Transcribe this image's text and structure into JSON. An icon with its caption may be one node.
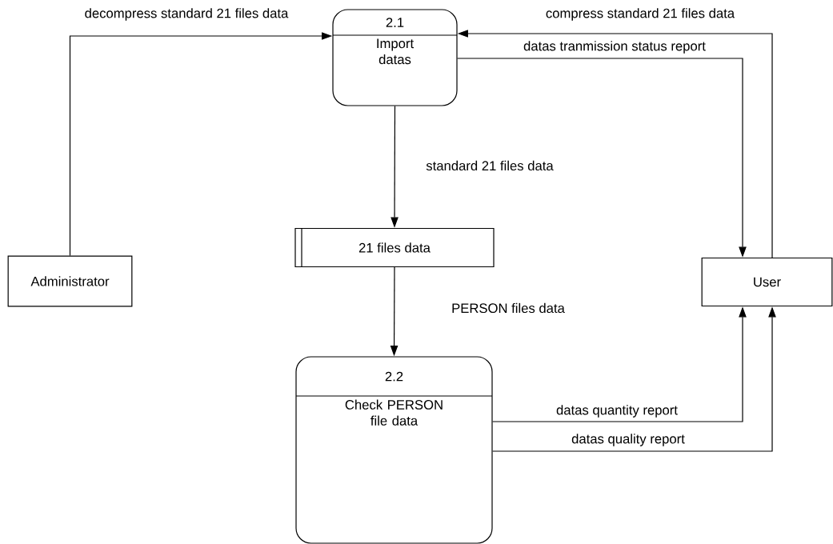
{
  "diagram": {
    "nodes": [
      {
        "text": [
          "Administrator"
        ]
      },
      {
        "text": [
          "2.1",
          "Import datas"
        ]
      },
      {
        "text": [
          "21 files data"
        ]
      },
      {
        "text": [
          "User"
        ]
      },
      {
        "text": [
          "2.2",
          "Check PERSON file data"
        ]
      }
    ],
    "edges": [
      {
        "from": 0,
        "to": 1,
        "arrow": "to",
        "label": "decompress standard 21 files data"
      },
      {
        "from": 3,
        "to": 1,
        "arrow": "to",
        "label": "compress standard 21 files data"
      },
      {
        "from": 1,
        "to": 3,
        "arrow": "to",
        "label": "datas tranmission status report"
      },
      {
        "from": 1,
        "to": 2,
        "arrow": "to",
        "label": "standard 21 files data"
      },
      {
        "from": 2,
        "to": 4,
        "arrow": "to",
        "label": "PERSON files data"
      },
      {
        "from": 4,
        "to": 3,
        "arrow": "to",
        "label": "datas quantity report"
      },
      {
        "from": 4,
        "to": 3,
        "arrow": "to",
        "label": "datas quality report"
      }
    ]
  }
}
